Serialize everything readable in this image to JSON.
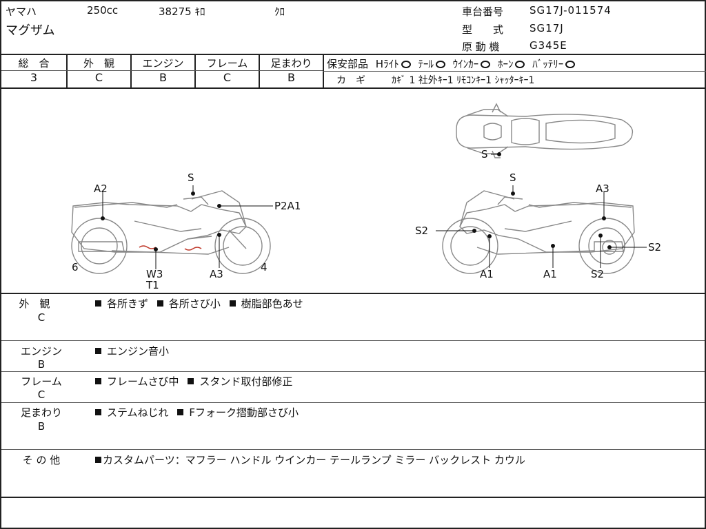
{
  "header": {
    "maker": "ヤマハ",
    "displacement": "250cc",
    "mileage": "38275 ｷﾛ",
    "color": "ｸﾛ",
    "model_name": "マグザム",
    "frame_no_label": "車台番号",
    "frame_no": "SG17J-011574",
    "type_label": "型　　式",
    "type_value": "SG17J",
    "engine_label": "原 動 機",
    "engine_value": "G345E"
  },
  "grades": {
    "overall_label": "総　合",
    "overall": "3",
    "exterior_label": "外　観",
    "exterior": "C",
    "engine_label": "エンジン",
    "engine": "B",
    "frame_label": "フレーム",
    "frame": "C",
    "suspension_label": "足まわり",
    "suspension": "B"
  },
  "safety": {
    "label": "保安部品",
    "headlight": "Hﾗｲﾄ",
    "taillight": "ﾃｰﾙ",
    "winker": "ｳｲﾝｶｰ",
    "horn": "ﾎｰﾝ",
    "battery": "ﾊﾞｯﾃﾘｰ",
    "key_label": "カ　ギ",
    "keys": "ｶｷﾞ 1 社外ｷｰ1 ﾘﾓｺﾝｷｰ1 ｼｬｯﾀｰｷｰ1"
  },
  "diagram": {
    "left": {
      "s": "S",
      "a2": "A2",
      "p2a1": "P2A1",
      "n6": "6",
      "w3": "W3",
      "t1": "T1",
      "a3": "A3",
      "n4": "4"
    },
    "right": {
      "s": "S",
      "a3": "A3",
      "s2a": "S2",
      "s2b": "S2",
      "a1a": "A1",
      "a1b": "A1",
      "s2c": "S2"
    },
    "top": {
      "s": "S"
    }
  },
  "comments": [
    {
      "label": "外　観",
      "grade": "C",
      "items": [
        "各所きず",
        "各所さび小",
        "樹脂部色あせ"
      ]
    },
    {
      "label": "エンジン",
      "grade": "B",
      "items": [
        "エンジン音小"
      ]
    },
    {
      "label": "フレーム",
      "grade": "C",
      "items": [
        "フレームさび中",
        "スタンド取付部修正"
      ]
    },
    {
      "label": "足まわり",
      "grade": "B",
      "items": [
        "ステムねじれ",
        "Fフォーク摺動部さび小"
      ]
    },
    {
      "label": "そ の 他",
      "grade": "",
      "items": [
        "カスタムパーツ：マフラー ハンドル ウインカー テールランプ ミラー バックレスト カウル"
      ]
    }
  ]
}
